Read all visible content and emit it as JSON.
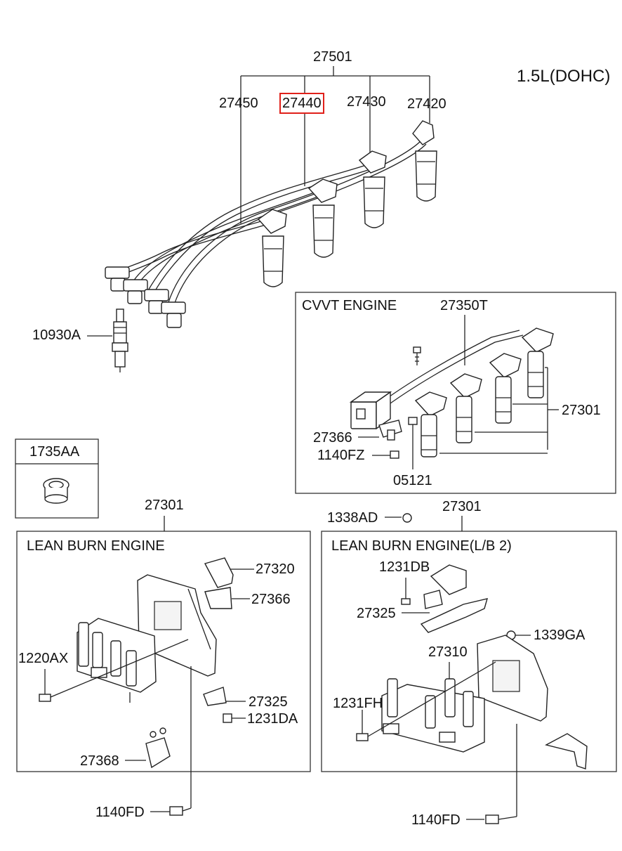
{
  "engine_spec": "1.5L(DOHC)",
  "accent_color": "#e0201a",
  "callouts": {
    "c27501": "27501",
    "c27450": "27450",
    "c27440": "27440",
    "c27430": "27430",
    "c27420": "27420",
    "c10930A": "10930A",
    "c1735AA": "1735AA",
    "c27350T": "27350T",
    "c27301_cvvt": "27301",
    "c27366_cvvt": "27366",
    "c1140FZ": "1140FZ",
    "c05121": "05121",
    "c27301_lean": "27301",
    "c1338AD": "1338AD",
    "c27301_lb2": "27301",
    "c27320": "27320",
    "c27366_lean": "27366",
    "c1220AX": "1220AX",
    "c27325_lean": "27325",
    "c1231DA": "1231DA",
    "c27368": "27368",
    "c1140FD_left": "1140FD",
    "c1231DB": "1231DB",
    "c27325_lb2": "27325",
    "c1339GA": "1339GA",
    "c27310": "27310",
    "c1231FH": "1231FH",
    "c1140FD_right": "1140FD"
  },
  "sections": {
    "cvvt": "CVVT ENGINE",
    "lean": "LEAN BURN ENGINE",
    "lb2": "LEAN BURN ENGINE(L/B 2)"
  },
  "highlighted_part": "27440"
}
